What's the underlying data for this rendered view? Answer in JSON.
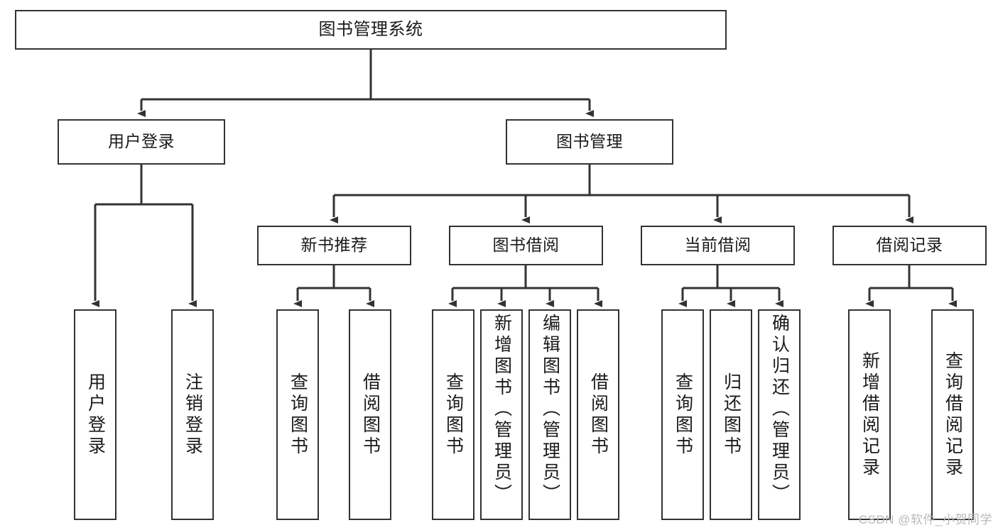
{
  "diagram": {
    "type": "tree-hierarchy",
    "title": "图书管理系统",
    "orientation": "top-down",
    "colors": {
      "box_border": "#333333",
      "box_fill": "#ffffff",
      "connector": "#333333",
      "text": "#1a1a1a",
      "watermark": "#b9b9b9",
      "background": "#ffffff"
    },
    "levels": [
      {
        "level": 1,
        "nodes": [
          {
            "id": "root",
            "label": "图书管理系统",
            "text_direction": "horizontal"
          }
        ]
      },
      {
        "level": 2,
        "nodes": [
          {
            "id": "user-login",
            "label": "用户登录",
            "text_direction": "horizontal",
            "parent": "root"
          },
          {
            "id": "book-manage",
            "label": "图书管理",
            "text_direction": "horizontal",
            "parent": "root"
          }
        ]
      },
      {
        "level": 3,
        "nodes": [
          {
            "id": "new-book-recommend",
            "label": "新书推荐",
            "text_direction": "horizontal",
            "parent": "book-manage"
          },
          {
            "id": "book-borrow",
            "label": "图书借阅",
            "text_direction": "horizontal",
            "parent": "book-manage"
          },
          {
            "id": "current-borrow",
            "label": "当前借阅",
            "text_direction": "horizontal",
            "parent": "book-manage"
          },
          {
            "id": "borrow-record",
            "label": "借阅记录",
            "text_direction": "horizontal",
            "parent": "book-manage"
          }
        ]
      },
      {
        "level": 4,
        "nodes": [
          {
            "id": "leaf-user-login",
            "label": "用户登录",
            "text_direction": "vertical",
            "parent": "user-login"
          },
          {
            "id": "leaf-logout-login",
            "label": "注销登录",
            "text_direction": "vertical",
            "parent": "user-login"
          },
          {
            "id": "leaf-query-book-1",
            "label": "查询图书",
            "text_direction": "vertical",
            "parent": "new-book-recommend"
          },
          {
            "id": "leaf-borrow-book-1",
            "label": "借阅图书",
            "text_direction": "vertical",
            "parent": "new-book-recommend"
          },
          {
            "id": "leaf-query-book-2",
            "label": "查询图书",
            "text_direction": "vertical",
            "parent": "book-borrow"
          },
          {
            "id": "leaf-add-book",
            "label": "新增图书（管理员）",
            "text_direction": "vertical",
            "parent": "book-borrow"
          },
          {
            "id": "leaf-edit-book",
            "label": "编辑图书（管理员）",
            "text_direction": "vertical",
            "parent": "book-borrow"
          },
          {
            "id": "leaf-borrow-book-2",
            "label": "借阅图书",
            "text_direction": "vertical",
            "parent": "book-borrow"
          },
          {
            "id": "leaf-query-book-3",
            "label": "查询图书",
            "text_direction": "vertical",
            "parent": "current-borrow"
          },
          {
            "id": "leaf-return-book",
            "label": "归还图书",
            "text_direction": "vertical",
            "parent": "current-borrow"
          },
          {
            "id": "leaf-confirm-return",
            "label": "确认归还（管理员）",
            "text_direction": "vertical",
            "parent": "current-borrow"
          },
          {
            "id": "leaf-add-record",
            "label": "新增借阅记录",
            "text_direction": "vertical",
            "parent": "borrow-record"
          },
          {
            "id": "leaf-query-record",
            "label": "查询借阅记录",
            "text_direction": "vertical",
            "parent": "borrow-record"
          }
        ]
      }
    ]
  },
  "watermark": {
    "text": "CSDN @软件_小贺同学"
  }
}
